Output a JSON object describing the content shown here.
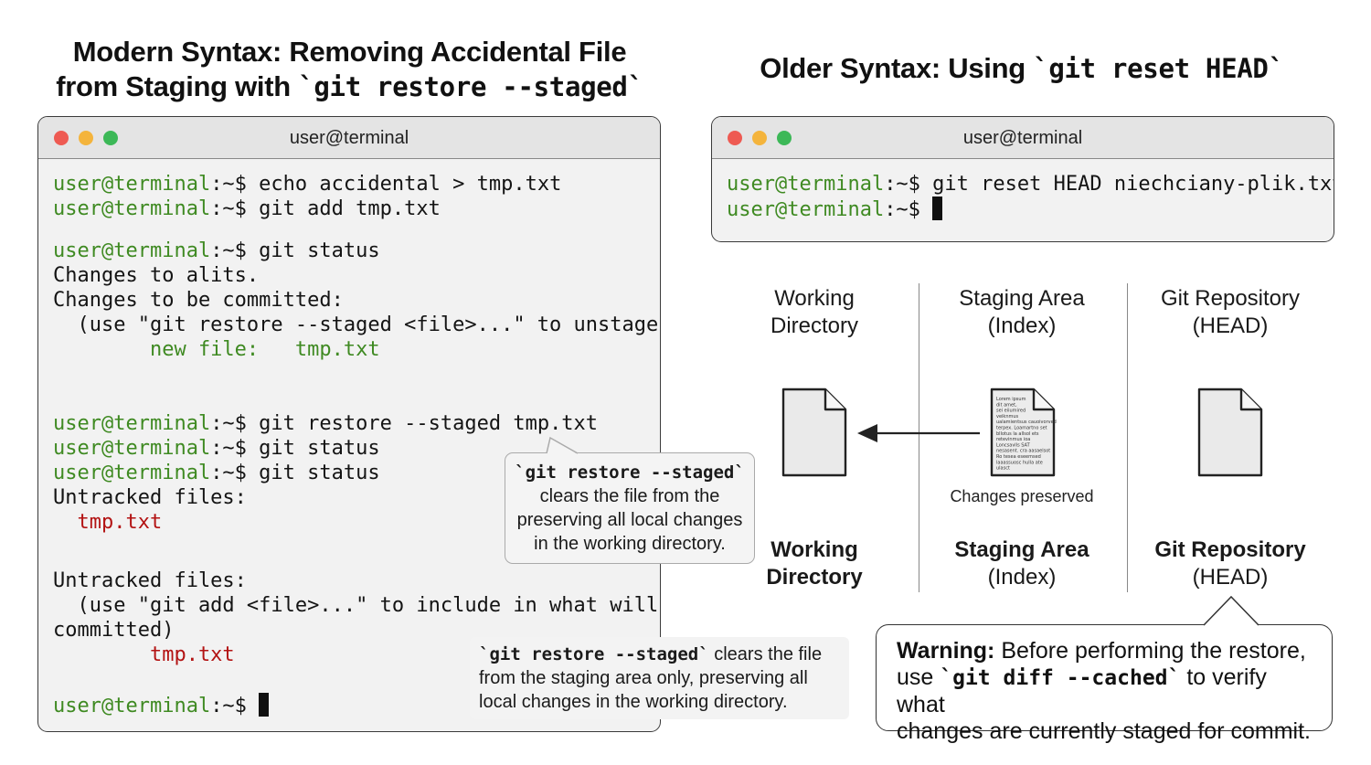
{
  "left_title": {
    "line1": "Modern Syntax: Removing Accidental File",
    "line2_prefix": "from Staging with ",
    "line2_code": "`git restore --staged`"
  },
  "right_title": {
    "prefix": "Older Syntax: Using ",
    "code": "`git reset HEAD`"
  },
  "left_terminal": {
    "title": "user@terminal",
    "prompt": "user@terminal",
    "prompt_suffix": ":~$",
    "cmd1": " echo accidental > tmp.txt",
    "cmd2": " git add tmp.txt",
    "cmd3": " git status",
    "out1": "Changes to alits.",
    "out2": "Changes to be committed:",
    "out3": "  (use \"git restore --staged <file>...\" to unstage)",
    "out4_label": "        new file:   ",
    "out4_file": "tmp.txt",
    "cmd4": " git restore --staged tmp.txt",
    "cmd5": " git status",
    "cmd6": " git status",
    "out5": "Untracked files:",
    "out6_file": "  tmp.txt",
    "out7": "Untracked files:",
    "out8": "  (use \"git add <file>...\" to include in what will be",
    "out9": "committed)",
    "out10_file": "        tmp.txt"
  },
  "callout1": {
    "code": "`git restore --staged`",
    "line2": "clears the file from the",
    "line3": "preserving all local changes",
    "line4": "in the working directory."
  },
  "callout2": {
    "code": "`git restore --staged`",
    "line1_rest": " clears the file",
    "line2": "from the staging area only, preserving all",
    "line3": "local changes in the working directory."
  },
  "right_terminal": {
    "title": "user@terminal",
    "prompt": "user@terminal",
    "prompt_suffix": ":~$",
    "cmd1": " git reset HEAD niechciany-plik.txt"
  },
  "diagram": {
    "col1_head_1": "Working",
    "col1_head_2": "Directory",
    "col2_head_1": "Staging Area",
    "col2_head_2": "(Index)",
    "col3_head_1": "Git Repository",
    "col3_head_2": "(HEAD)",
    "preserved_label": "Changes preserved",
    "col1_label_1": "Working",
    "col1_label_2": "Directory",
    "col2_label_1": "Staging Area",
    "col2_label_2": "(Index)",
    "col3_label_1": "Git Repository",
    "col3_label_2": "(HEAD)",
    "doc_text": [
      "Lorem ipsum",
      "dit amet,",
      "sei eiiumired",
      "veiknmus",
      "ualamientsus cauoivorved",
      "terpex. Loamartno set",
      "bllotus la allsol ets",
      "retevinmus ioa",
      "Loncsavlls SAT",
      "nesasent. cra aasaelsot",
      "Ro tesea eseemsed",
      "laaassuosc hulla ate",
      "ulasct"
    ]
  },
  "warning": {
    "bold": "Warning:",
    "line1_rest": " Before performing the restore,",
    "line2_prefix": "use ",
    "line2_code": "`git diff --cached`",
    "line2_rest": " to verify what",
    "line3": "changes are currently staged for commit."
  },
  "colors": {
    "prompt_green": "#3f8a22",
    "file_red": "#b31313",
    "dot_red": "#ee5a52",
    "dot_yellow": "#f4b43c",
    "dot_green": "#3cb857"
  }
}
